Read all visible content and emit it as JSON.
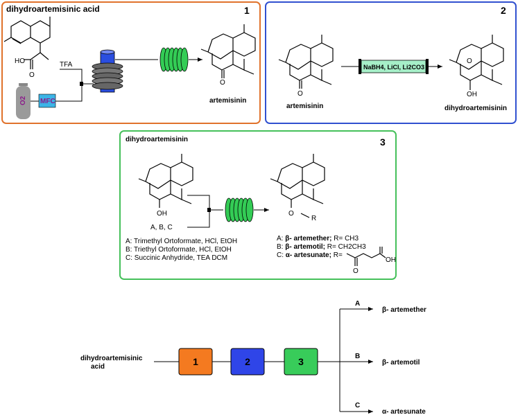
{
  "colors": {
    "panel1": "#e0722b",
    "panel2": "#3050d0",
    "panel3": "#45c05a",
    "block1": "#f47a20",
    "block2": "#2f45e8",
    "block3": "#38cc5a",
    "coil": "#33cc55",
    "column": "#2a4ee0",
    "column_green": "#a6efc8",
    "mfc_box": "#3cb4e6",
    "gas": "#9a9a9a"
  },
  "panel1": {
    "number": "1",
    "title": "dihydroartemisinic acid",
    "reagent_tfa": "TFA",
    "gas_label": "O2",
    "mfc_label": "MFC",
    "product": "artemisinin",
    "reactant_o_label": "O",
    "reactant_ho_label": "HO",
    "product_o_label": "O"
  },
  "panel2": {
    "number": "2",
    "reactant": "artemisinin",
    "product": "dihydroartemisinin",
    "column_label": "NaBH4, LiCl, Li2CO3",
    "product_oh_label": "OH"
  },
  "panel3": {
    "number": "3",
    "title": "dihydroartemisinin",
    "reagents_label": "A, B, C",
    "conditions": [
      "A: Trimethyl Ortoformate, HCl, EtOH",
      "B: Triethyl Ortoformate, HCl, EtOH",
      "C: Succinic Anhydride, TEA DCM"
    ],
    "products": {
      "a_prefix": "A: ",
      "a_name": "β- artemether;",
      "a_r": " R= CH3",
      "b_prefix": "B: ",
      "b_name": "β- artemotil;",
      "b_r": " R= CH2CH3",
      "c_prefix": "C: ",
      "c_name": "α- artesunate;",
      "c_r": " R="
    },
    "reactant_oh_label": "OH",
    "product_or_label": "O",
    "product_r_label": "R",
    "artesunate_oh_label": "OH",
    "artesunate_o_label": "O"
  },
  "flow": {
    "start_line1": "dihydroartemisinic",
    "start_line2": "acid",
    "blocks": [
      "1",
      "2",
      "3"
    ],
    "branches": [
      {
        "key": "A",
        "product": "β- artemether"
      },
      {
        "key": "B",
        "product": "β- artemotil"
      },
      {
        "key": "C",
        "product": "α- artesunate"
      }
    ]
  }
}
